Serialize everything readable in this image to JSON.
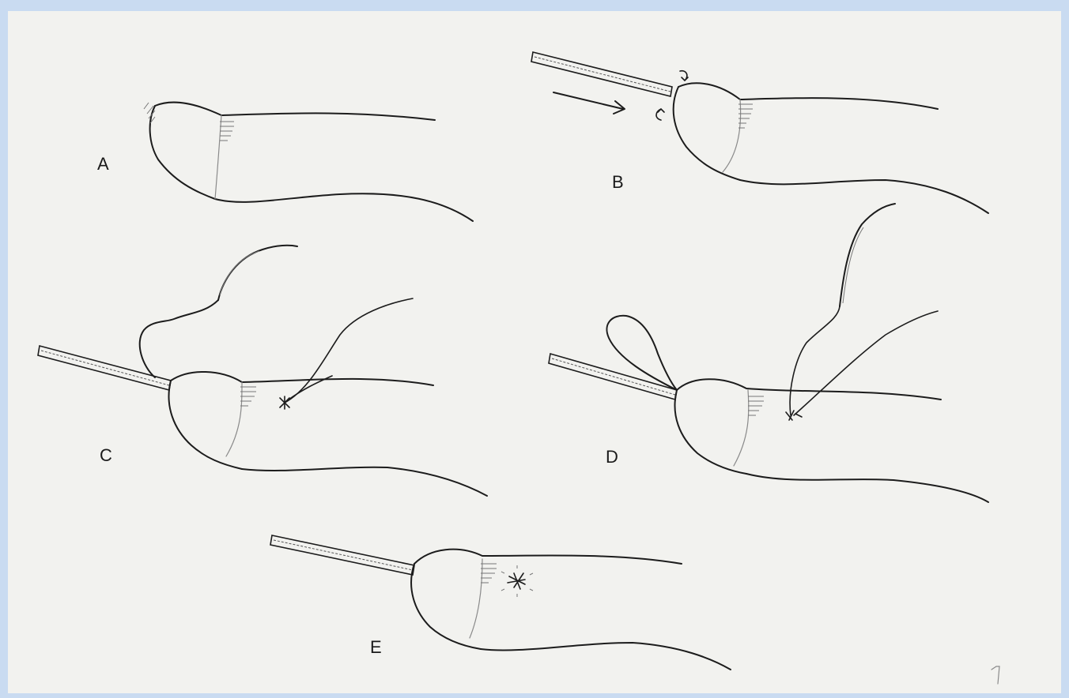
{
  "panels": {
    "a": {
      "label": "A"
    },
    "b": {
      "label": "B"
    },
    "c": {
      "label": "C"
    },
    "d": {
      "label": "D"
    },
    "e": {
      "label": "E"
    }
  },
  "colors": {
    "frame": "#c9dbf1",
    "paper": "#f2f2ef",
    "ink": "#1c1c1c"
  }
}
